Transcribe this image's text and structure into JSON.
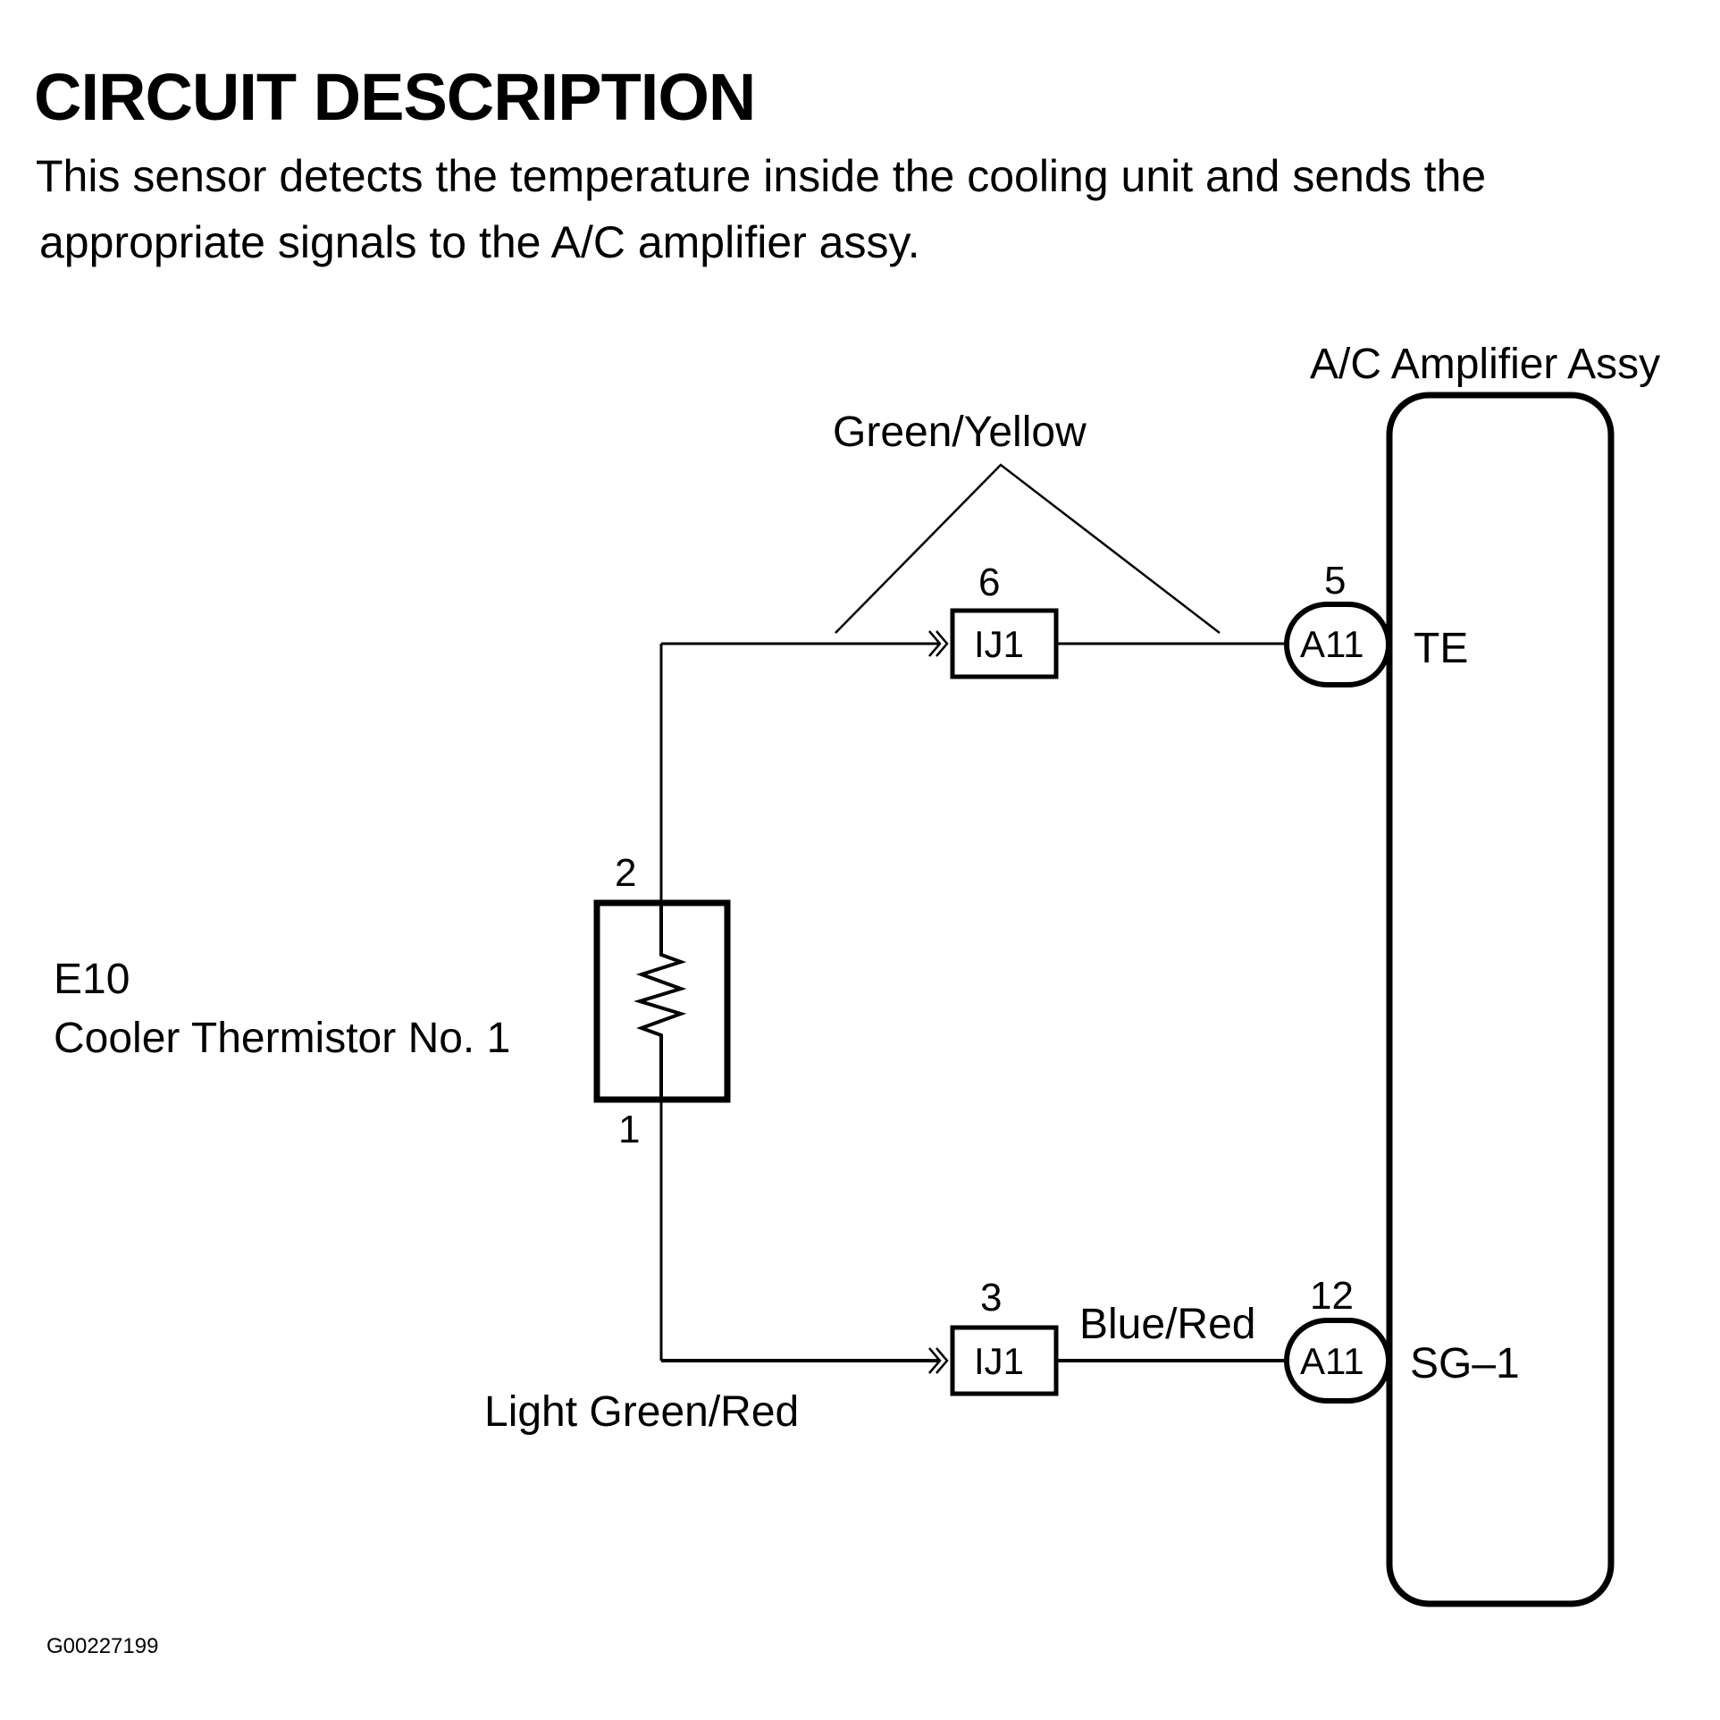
{
  "header": {
    "title": "CIRCUIT DESCRIPTION",
    "description_line1": "This sensor detects the temperature inside the cooling unit and sends the",
    "description_line2": "appropriate signals to the A/C amplifier assy."
  },
  "diagram": {
    "amplifier": {
      "name": "A/C Amplifier Assy"
    },
    "sensor": {
      "code": "E10",
      "name": "Cooler Thermistor No. 1",
      "pin_top": "2",
      "pin_bottom": "1"
    },
    "top_wire": {
      "color_label": "Green/Yellow",
      "junction": {
        "label": "IJ1",
        "pin": "6"
      },
      "connector": {
        "label": "A11",
        "pin": "5"
      },
      "terminal": "TE"
    },
    "bottom_wire": {
      "color_label_left": "Light Green/Red",
      "color_label_right": "Blue/Red",
      "junction": {
        "label": "IJ1",
        "pin": "3"
      },
      "connector": {
        "label": "A11",
        "pin": "12"
      },
      "terminal": "SG–1"
    }
  },
  "footer": {
    "figure_id": "G00227199"
  }
}
